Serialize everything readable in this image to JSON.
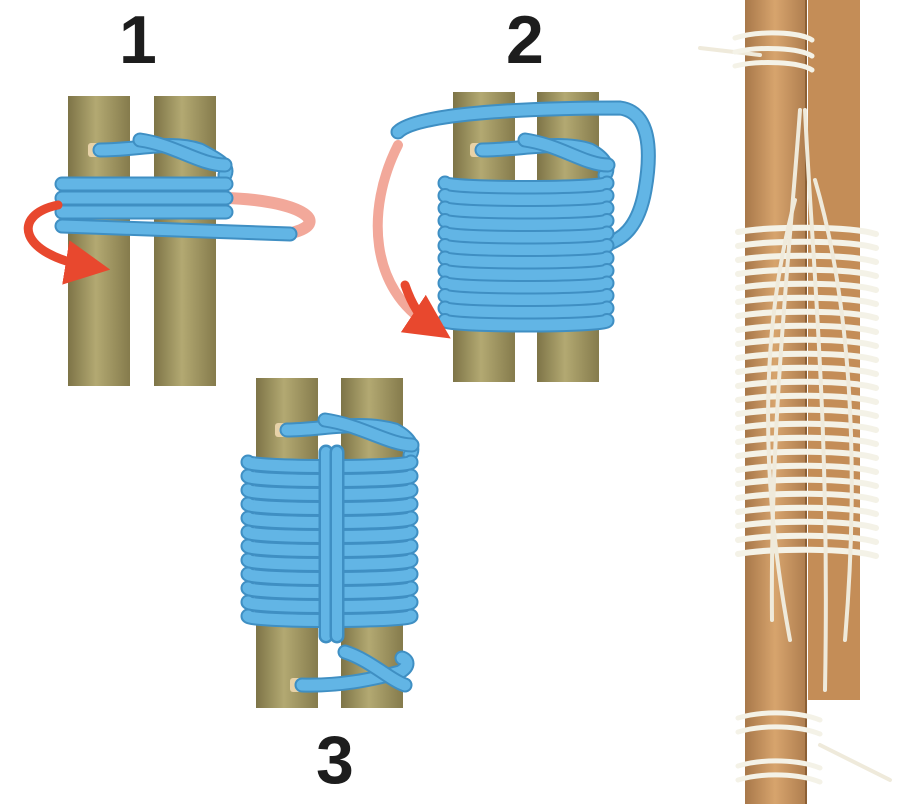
{
  "steps": [
    {
      "number": "1"
    },
    {
      "number": "2"
    },
    {
      "number": "3"
    }
  ],
  "colors": {
    "rope": "#62b5e5",
    "rope_shadow": "#3f8fc3",
    "rope_highlight": "#a7d7f4",
    "pole": "#a49a62",
    "pole_dark": "#7f7648",
    "arrow": "#e8482e",
    "real_wood": "#c9965f",
    "real_cord": "#f4f2e7"
  },
  "icons": [
    "curved-arrow-icon",
    "curved-arrow-icon"
  ]
}
